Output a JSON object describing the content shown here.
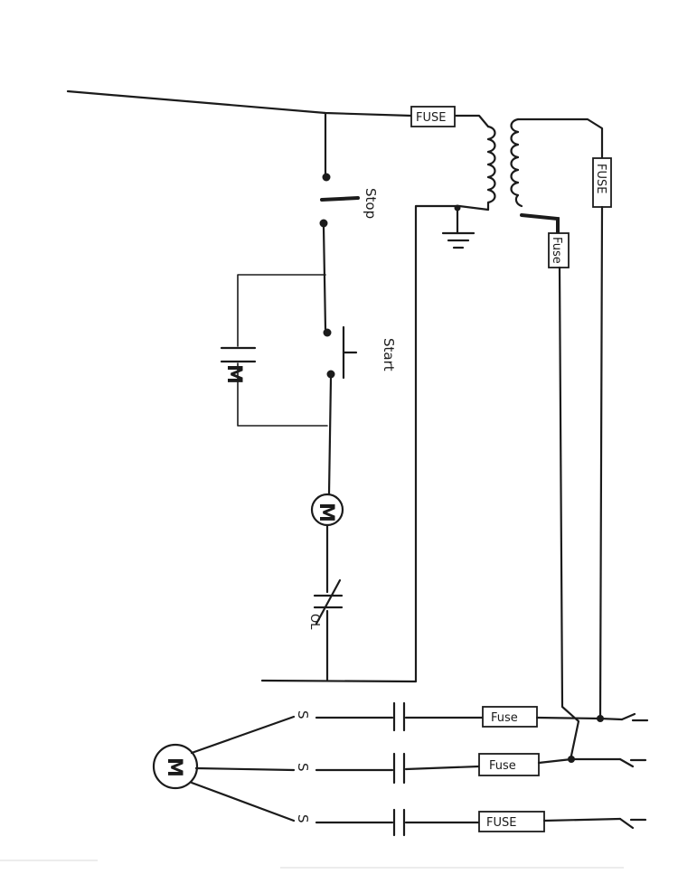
{
  "labels": {
    "fuse": "FUSE",
    "fuse_small": "Fuse",
    "stop": "Stop",
    "start": "Start",
    "motor": "M",
    "coil": "M",
    "overload": "OL",
    "switch": "S"
  },
  "colors": {
    "ink": "#1b1b1b",
    "paper": "#ffffff"
  }
}
